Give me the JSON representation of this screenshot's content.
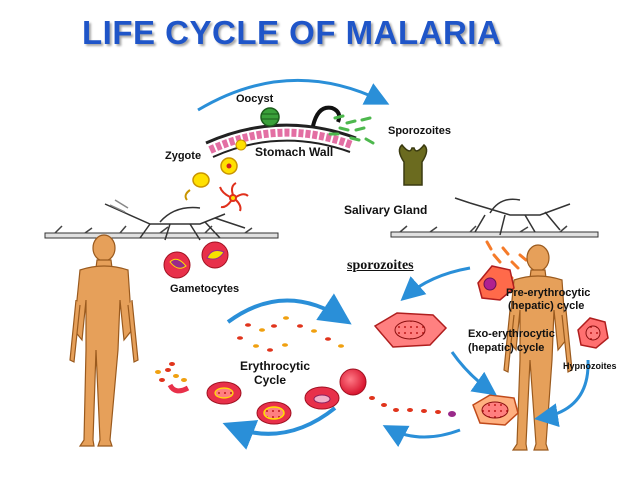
{
  "title": "LIFE CYCLE OF MALARIA",
  "labels": {
    "oocyst": "Oocyst",
    "sporozoites_top": "Sporozoites",
    "zygote": "Zygote",
    "stomach_wall": "Stomach Wall",
    "salivary_gland": "Salivary  Gland",
    "sporozoites_mid": "sporozoites",
    "gametocytes": "Gametocytes",
    "pre_erythrocytic_line1": "Pre-erythrocytic",
    "pre_erythrocytic_line2": "(hepatic) cycle",
    "exo_erythrocytic_line1": "Exo-erythrocytic",
    "exo_erythrocytic_line2": "(hepatic) cycle",
    "hypnozoites": "Hypnozoites",
    "erythrocytic_line1": "Erythrocytic",
    "erythrocytic_line2": "Cycle"
  },
  "colors": {
    "title": "#1f55c8",
    "arrow": "#2a8fd8",
    "skin": "#e6a05a",
    "rbc": "#e8304a",
    "liver_cell": "#ff7a7a",
    "oocyst": "#3aa03a",
    "sporozoite": "#4db84d",
    "zygote": "#ffe000"
  },
  "icons": [
    "mosquito-icon",
    "human-figure-icon",
    "oocyst-icon",
    "salivary-gland-icon",
    "red-blood-cell-icon",
    "liver-cell-icon"
  ]
}
